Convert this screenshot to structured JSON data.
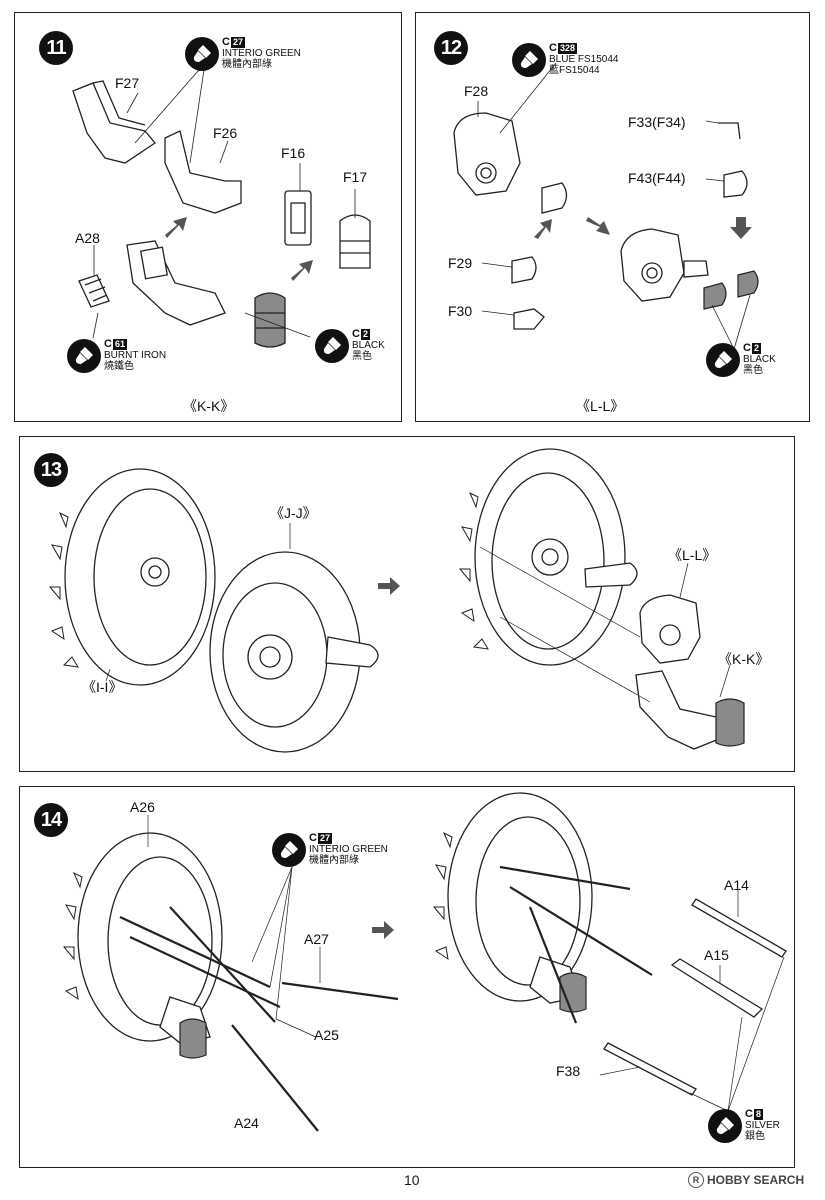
{
  "page_number": "10",
  "watermark": "HOBBY SEARCH",
  "steps": {
    "s11": {
      "number": "11",
      "subassembly": "《K-K》",
      "labels": {
        "f27": "F27",
        "f26": "F26",
        "f16": "F16",
        "f17": "F17",
        "a28": "A28"
      },
      "paints": [
        {
          "code": "C",
          "num": "27",
          "name": "INTERIO GREEN",
          "name_cn": "機體內部綠"
        },
        {
          "code": "C",
          "num": "61",
          "name": "BURNT IRON",
          "name_cn": "燒鐵色"
        },
        {
          "code": "C",
          "num": "2",
          "name": "BLACK",
          "name_cn": "黑色"
        }
      ]
    },
    "s12": {
      "number": "12",
      "subassembly": "《L-L》",
      "labels": {
        "f28": "F28",
        "f33": "F33(F34)",
        "f43": "F43(F44)",
        "f29": "F29",
        "f30": "F30"
      },
      "paints": [
        {
          "code": "C",
          "num": "328",
          "name": "BLUE FS15044",
          "name_cn": "藍FS15044"
        },
        {
          "code": "C",
          "num": "2",
          "name": "BLACK",
          "name_cn": "黑色"
        }
      ]
    },
    "s13": {
      "number": "13",
      "labels": {
        "jj": "《J-J》",
        "ii": "《I-I》",
        "ll": "《L-L》",
        "kk": "《K-K》"
      }
    },
    "s14": {
      "number": "14",
      "labels": {
        "a26": "A26",
        "a27": "A27",
        "a25": "A25",
        "a24": "A24",
        "a14": "A14",
        "a15": "A15",
        "f38": "F38"
      },
      "paints": [
        {
          "code": "C",
          "num": "27",
          "name": "INTERIO GREEN",
          "name_cn": "機體內部綠"
        },
        {
          "code": "C",
          "num": "8",
          "name": "SILVER",
          "name_cn": "銀色"
        }
      ]
    }
  },
  "colors": {
    "ink": "#111111",
    "part_grey": "#8a8a8a",
    "arrow": "#555555"
  },
  "icons": {
    "paint": "paint-brush-icon",
    "arrow": "assembly-arrow-icon"
  }
}
